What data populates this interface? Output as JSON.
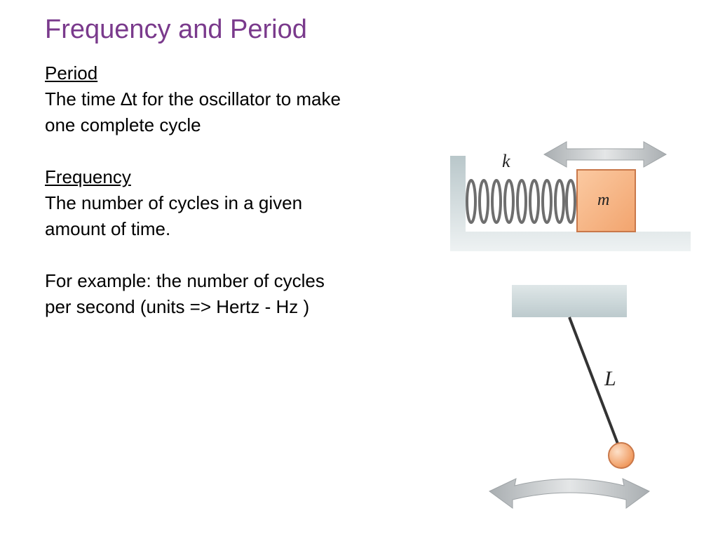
{
  "slide": {
    "title": "Frequency and Period"
  },
  "period": {
    "heading": "Period",
    "line1": "The time ∆t for the oscillator to make",
    "line2": "one complete cycle"
  },
  "frequency": {
    "heading": "Frequency",
    "line1": "The number of cycles in a given",
    "line2": "amount of time.",
    "example1": "For example: the number of cycles",
    "example2": "per second (units => Hertz - Hz )"
  },
  "figure": {
    "spring_label": "k",
    "mass_label": "m",
    "length_label": "L",
    "colors": {
      "block": "#f7b888",
      "block_edge": "#c9784a",
      "wall": "#c7d3d6",
      "arrow": "#b8bcbf",
      "spring": "#6e6e6e",
      "bob": "#f2a06a"
    },
    "icons": [
      "double-arrow-icon",
      "curved-double-arrow-icon"
    ]
  }
}
